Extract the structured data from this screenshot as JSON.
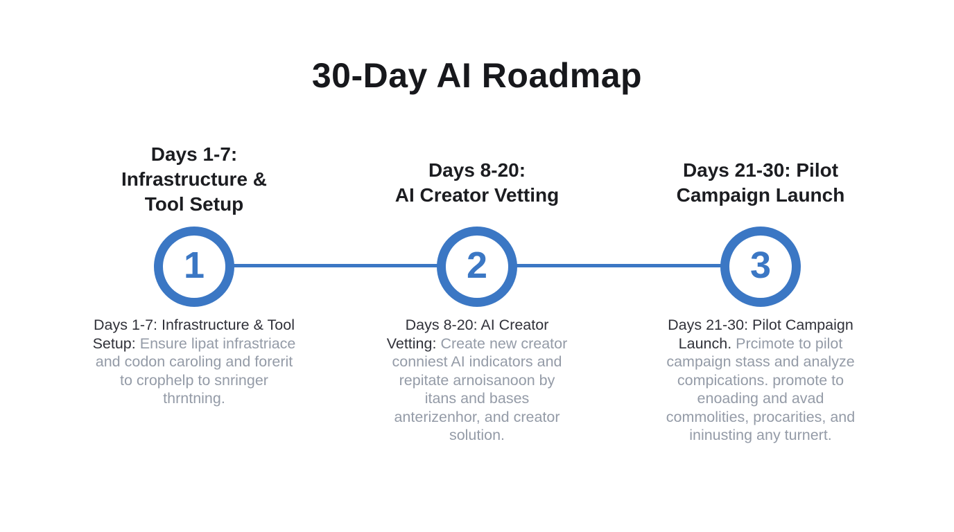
{
  "title": "30-Day AI Roadmap",
  "theme": {
    "accent_blue": "#3b77c4",
    "title_color": "#17181c",
    "heading_color": "#1c1d21",
    "desc_dark": "#303139",
    "desc_gray": "#949ba7",
    "background": "#ffffff"
  },
  "milestones": [
    {
      "number": "1",
      "heading_lines": [
        "Days 1-7:",
        "Infrastructure &",
        "Tool Setup"
      ],
      "desc_lead": "Days 1-7: Infrastructure & Tool Setup:",
      "desc_body": "Ensure lipat infrastriace and codon caroling and forerit to crophelp to snringer thrntning."
    },
    {
      "number": "2",
      "heading_lines": [
        "Days 8-20:",
        "AI Creator Vetting"
      ],
      "desc_lead": "Days 8-20: AI Creator Vetting:",
      "desc_body": "Create new creator conniest AI indicators and repitate arnoisanoon by itans and bases anterizenhor, and creator solution."
    },
    {
      "number": "3",
      "heading_lines": [
        "Days 21-30: Pilot",
        "Campaign Launch"
      ],
      "desc_lead": "Days 21-30: Pilot Campaign Launch.",
      "desc_body": "Prcimote to pilot campaign stass and analyze compications. promote to enoading and avad commolities, procarities, and ininusting any turnert."
    }
  ]
}
